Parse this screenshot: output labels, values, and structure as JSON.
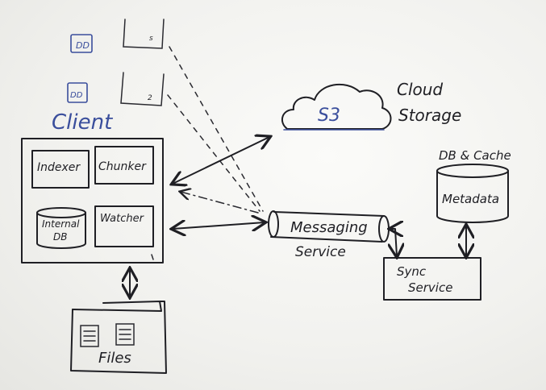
{
  "labels": {
    "client": "Client",
    "indexer": "Indexer",
    "chunker": "Chunker",
    "internal_db_line1": "Internal",
    "internal_db_line2": "DB",
    "watcher": "Watcher",
    "files": "Files",
    "s3": "S3",
    "cloud_line1": "Cloud",
    "cloud_line2": "Storage",
    "messaging_line1": "Messaging",
    "messaging_line2": "Service",
    "db_cache": "DB & Cache",
    "metadata": "Metadata",
    "sync_line1": "Sync",
    "sync_line2": "Service",
    "device_top_left": "DD",
    "device_top_right": "s",
    "device_bottom_left": "DD",
    "device_bottom_right": "2"
  },
  "colors": {
    "ink": "#1f1f24",
    "blue_marker": "#3a4e9c",
    "board": "#f4f4f1"
  }
}
